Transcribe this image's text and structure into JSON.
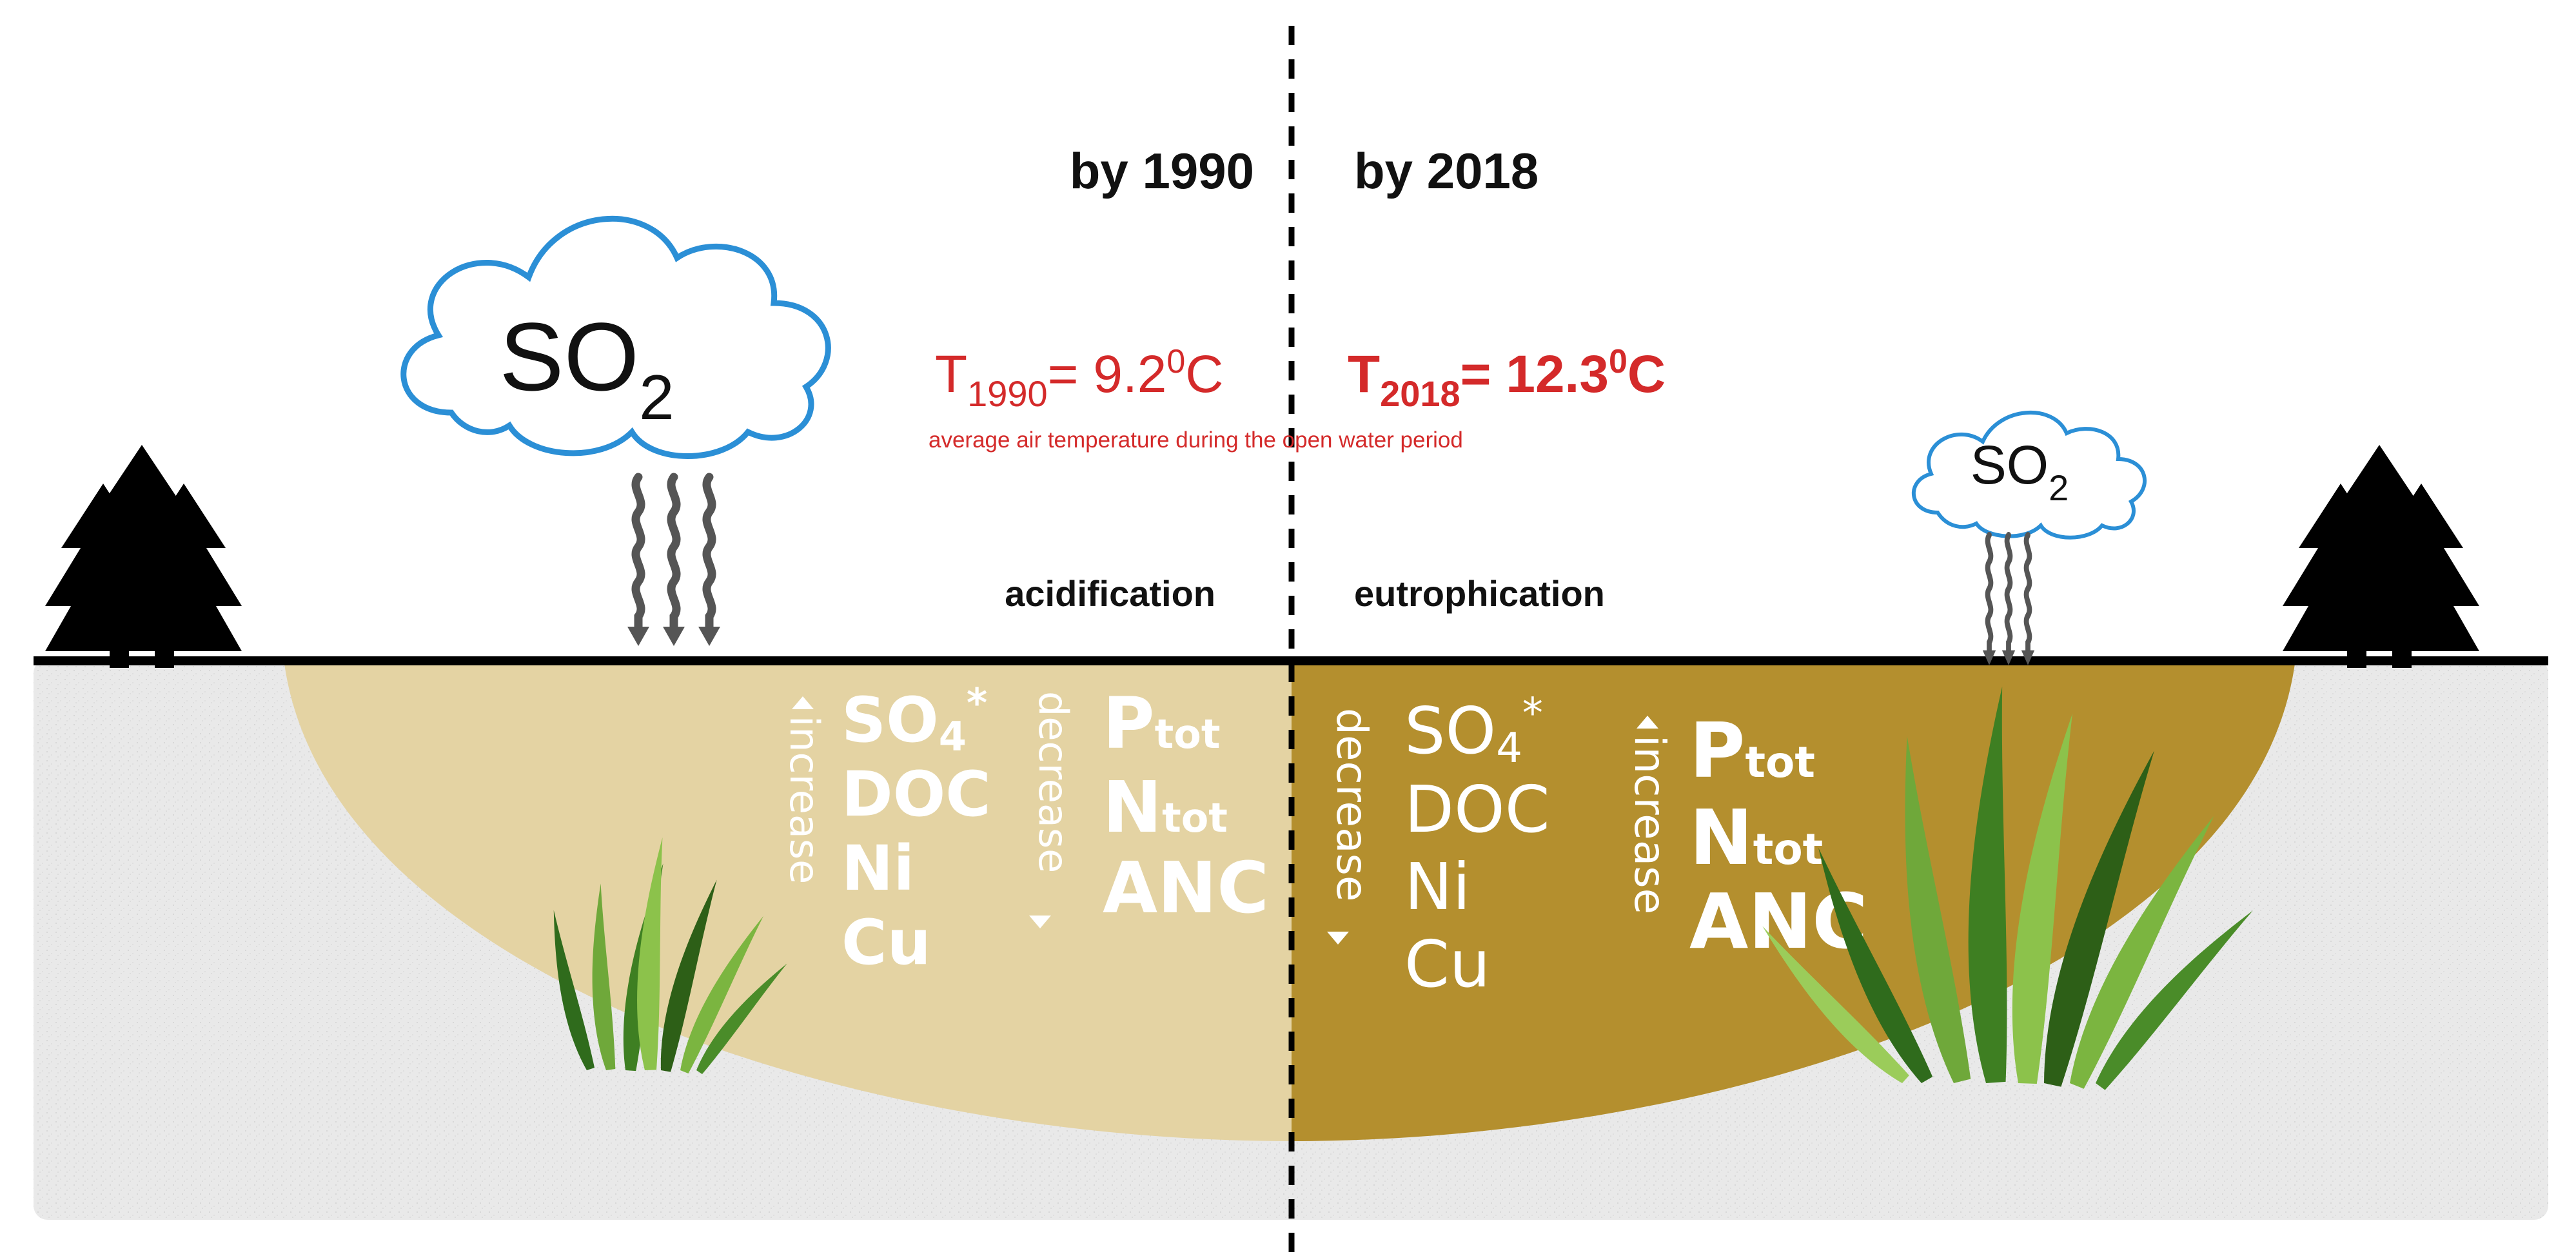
{
  "headers": {
    "left_period": "by 1990",
    "right_period": "by 2018"
  },
  "clouds": {
    "left": {
      "formula": "SO",
      "subscript": "2"
    },
    "right": {
      "formula": "SO",
      "subscript": "2"
    }
  },
  "temperatures": {
    "left": {
      "symbol": "T",
      "sub": "1990",
      "value": "= 9.2",
      "sup": "0",
      "unit": "C"
    },
    "right": {
      "symbol": "T",
      "sub": "2018",
      "value": "= 12.3",
      "sup": "0",
      "unit": "C"
    },
    "caption": "average air temperature during the open water period"
  },
  "processes": {
    "left": "acidification",
    "right": "eutrophication"
  },
  "left_lake": {
    "increase_label": "increase",
    "decrease_label": "decrease",
    "increase_items": {
      "so4": "SO",
      "so4_sub": "4",
      "so4_mark": "*",
      "doc": "DOC",
      "ni": "Ni",
      "cu": "Cu"
    },
    "decrease_items": {
      "p": "P",
      "p_sub": "tot",
      "n": "N",
      "n_sub": "tot",
      "anc": "ANC"
    }
  },
  "right_lake": {
    "decrease_label": "decrease",
    "increase_label": "increase",
    "decrease_items": {
      "so4": "SO",
      "so4_sub": "4",
      "so4_mark": "*",
      "doc": "DOC",
      "ni": "Ni",
      "cu": "Cu"
    },
    "increase_items": {
      "p": "P",
      "p_sub": "tot",
      "n": "N",
      "n_sub": "tot",
      "anc": "ANC"
    }
  },
  "colors": {
    "lake_1990": "#e4d3a3",
    "lake_2018": "#b48f2e",
    "ground": "#e9e9e9",
    "cloud_outline": "#2b8fd6",
    "temperature": "#d42a2a",
    "arrow": "#555555",
    "tree": "#000000"
  },
  "icons": [
    "tree-icon",
    "cloud-icon",
    "wavy-arrow-icon",
    "aquatic-plant-icon"
  ]
}
